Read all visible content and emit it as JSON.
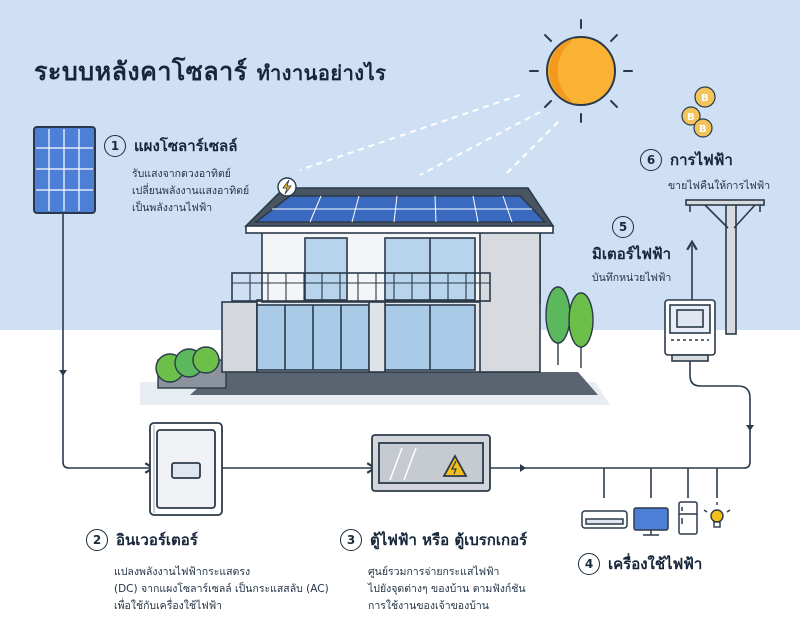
{
  "title": {
    "main": "ระบบหลังคาโซลาร์",
    "sub": "ทำงานอย่างไร"
  },
  "steps": [
    {
      "number": "1",
      "title": "แผงโซลาร์เซลล์",
      "lines": [
        "รับแสงจากดวงอาทิตย์",
        "เปลี่ยนพลังงานแสงอาทิตย์",
        "เป็นพลังงานไฟฟ้า"
      ]
    },
    {
      "number": "2",
      "title": "อินเวอร์เตอร์",
      "lines": [
        "แปลงพลังงานไฟฟ้ากระแสตรง",
        "(DC) จากแผงโซลาร์เซลล์ เป็นกระแสสลับ (AC)",
        "เพื่อใช้กับเครื่องใช้ไฟฟ้า"
      ]
    },
    {
      "number": "3",
      "title": "ตู้ไฟฟ้า หรือ ตู้เบรกเกอร์",
      "lines": [
        "ศูนย์รวมการจ่ายกระแสไฟฟ้า",
        "ไปยังจุดต่างๆ ของบ้าน ตามฟังก์ชัน",
        "การใช้งานของเจ้าของบ้าน"
      ]
    },
    {
      "number": "4",
      "title": "เครื่องใช้ไฟฟ้า",
      "lines": []
    },
    {
      "number": "5",
      "title": "มิเตอร์ไฟฟ้า",
      "lines": [
        "บันทึกหน่วยไฟฟ้า"
      ]
    },
    {
      "number": "6",
      "title": "การไฟฟ้า",
      "lines": [
        "ขายไฟคืนให้การไฟฟ้า"
      ]
    }
  ],
  "colors": {
    "sky": "#cfe0f5",
    "sun": "#f9b233",
    "line": "#2b3a4a",
    "panel": "#3f6fc6",
    "tree": "#5cb85c",
    "bolt": "#f6c01a",
    "coin": "#f2c45a"
  },
  "icons": [
    "sun-icon",
    "solar-panel-icon",
    "house-icon",
    "inverter-icon",
    "breaker-box-icon",
    "meter-icon",
    "power-pole-icon",
    "coins-icon",
    "air-conditioner-icon",
    "monitor-icon",
    "refrigerator-icon",
    "light-bulb-icon",
    "bolt-icon"
  ]
}
